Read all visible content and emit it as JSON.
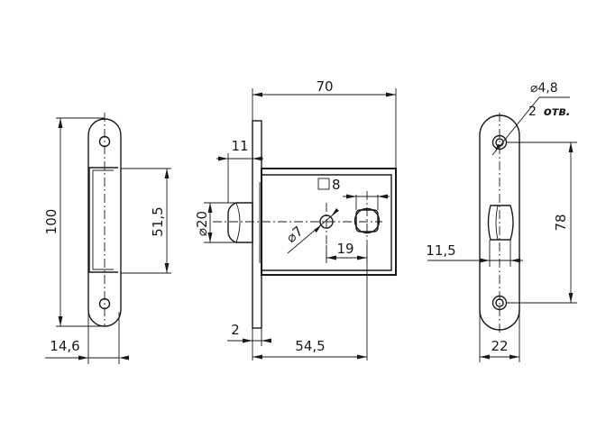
{
  "dimensions": {
    "strike_plate_length": "100",
    "strike_opening_height": "51,5",
    "strike_plate_offset": "14,6",
    "backset": "70",
    "latch_projection": "11",
    "latch_diameter": "⌀20",
    "follower_square": "8",
    "pin_diameter": "⌀7",
    "pin_to_square": "19",
    "faceplate_thickness": "2",
    "body_depth": "54,5",
    "screw_hole_diameter": "⌀4,8",
    "screw_hole_count_a": "2",
    "screw_hole_count_b": "отв.",
    "hole_spacing": "78",
    "latch_offset": "11,5",
    "faceplate_width": "22"
  },
  "views": [
    "strike-plate-view",
    "lock-body-side-view",
    "faceplate-front-view"
  ]
}
